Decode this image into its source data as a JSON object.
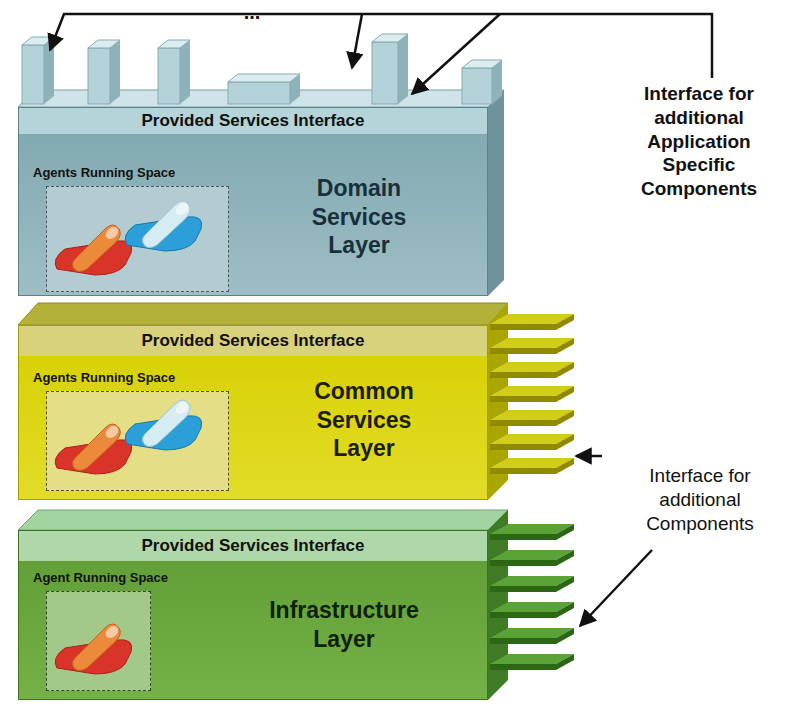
{
  "diagram": {
    "nodes": [
      {
        "text": [
          "Domain Services Layer"
        ]
      },
      {
        "text": [
          "Provided Services Interface"
        ],
        "in": 0
      },
      {
        "text": [
          "Agents Running Space"
        ],
        "in": 0
      },
      {
        "text": [
          "Common Services Layer"
        ]
      },
      {
        "text": [
          "Provided Services Interface"
        ],
        "in": 3
      },
      {
        "text": [
          "Agents Running Space"
        ],
        "in": 3
      },
      {
        "text": [
          "Infrastructure Layer"
        ]
      },
      {
        "text": [
          "Provided Services Interface"
        ],
        "in": 6
      },
      {
        "text": [
          "Agent Running Space"
        ],
        "in": 6
      }
    ],
    "labels": [
      "...",
      "Interface for additional Application Specific Components",
      "Interface for additional Components"
    ]
  }
}
